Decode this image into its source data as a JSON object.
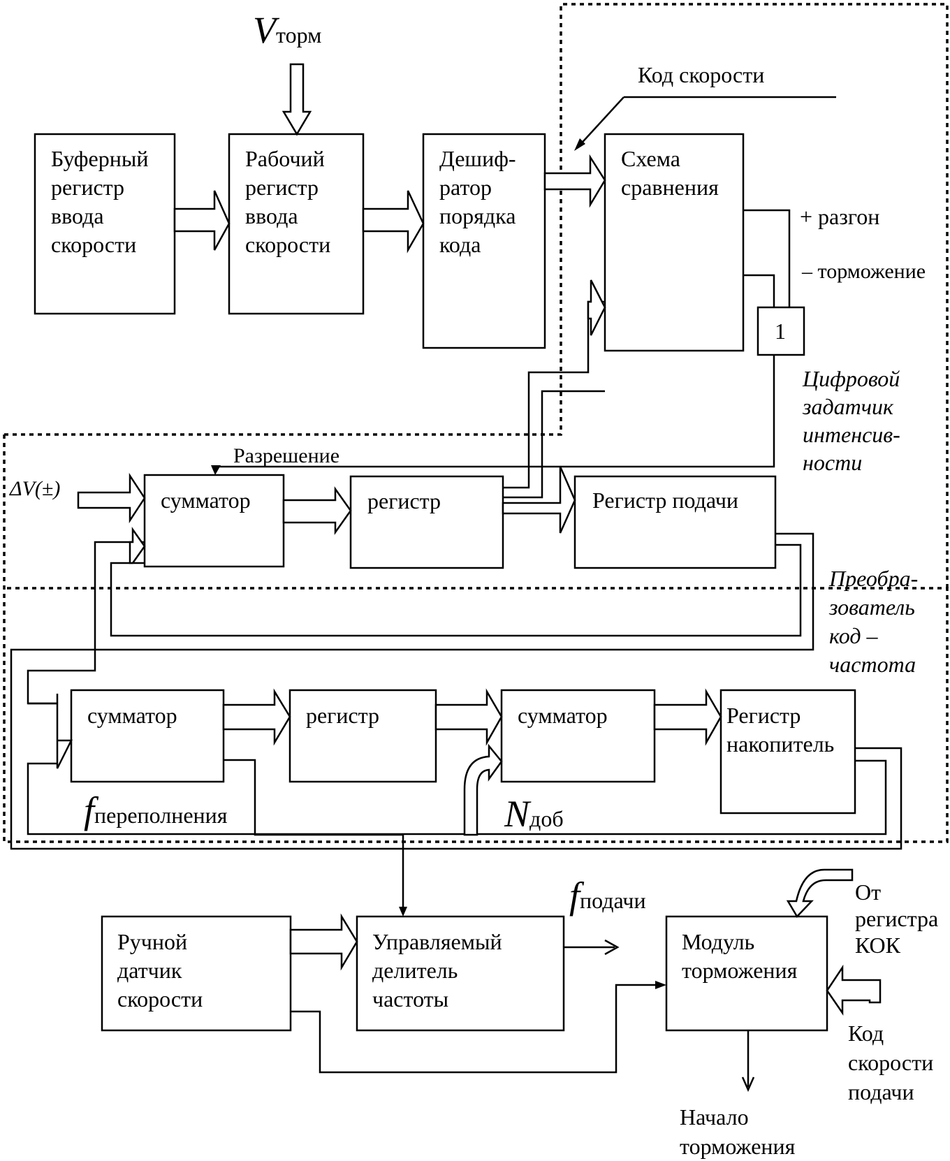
{
  "blocks": {
    "buffer_register": [
      "Буферный",
      "регистр",
      "ввода",
      "скорости"
    ],
    "work_register": [
      "Рабочий",
      "регистр",
      "ввода",
      "скорости"
    ],
    "decoder": [
      "Дешиф-",
      "ратор",
      "порядка",
      "кода"
    ],
    "comparator": [
      "Схема",
      "сравнения"
    ],
    "or_gate": "1",
    "adder_1": "сумматор",
    "register_1": "регистр",
    "feed_register": "Регистр подачи",
    "adder_2": "сумматор",
    "register_2": "регистр",
    "adder_3": "сумматор",
    "accumulator_register": [
      "Регистр",
      "накопитель"
    ],
    "manual_sensor": [
      "Ручной",
      "датчик",
      "скорости"
    ],
    "freq_divider": [
      "Управляемый",
      "делитель",
      "частоты"
    ],
    "brake_module": [
      "Модуль",
      "торможения"
    ]
  },
  "signals": {
    "v_brake_main": "V",
    "v_brake_sub": "торм",
    "speed_code": "Код скорости",
    "accel": "+ разгон",
    "decel": "– торможение",
    "permission": "Разрешение",
    "delta_v": "ΔV(±)",
    "f_overflow_main": "f",
    "f_overflow_sub": "переполнения",
    "n_add_main": "N",
    "n_add_sub": "доб",
    "f_feed_main": "f",
    "f_feed_sub": "подачи",
    "from_kok": [
      "От",
      "регистра",
      "КОК"
    ],
    "feed_speed_code": [
      "Код",
      "скорости",
      "подачи"
    ],
    "brake_start": [
      "Начало",
      "торможения"
    ]
  },
  "regions": {
    "digital_intensity_setter": [
      "Цифровой",
      "задатчик",
      "интенсив-",
      "ности"
    ],
    "code_frequency_converter": [
      "Преобра-",
      "зователь",
      "код –",
      "частота"
    ]
  }
}
